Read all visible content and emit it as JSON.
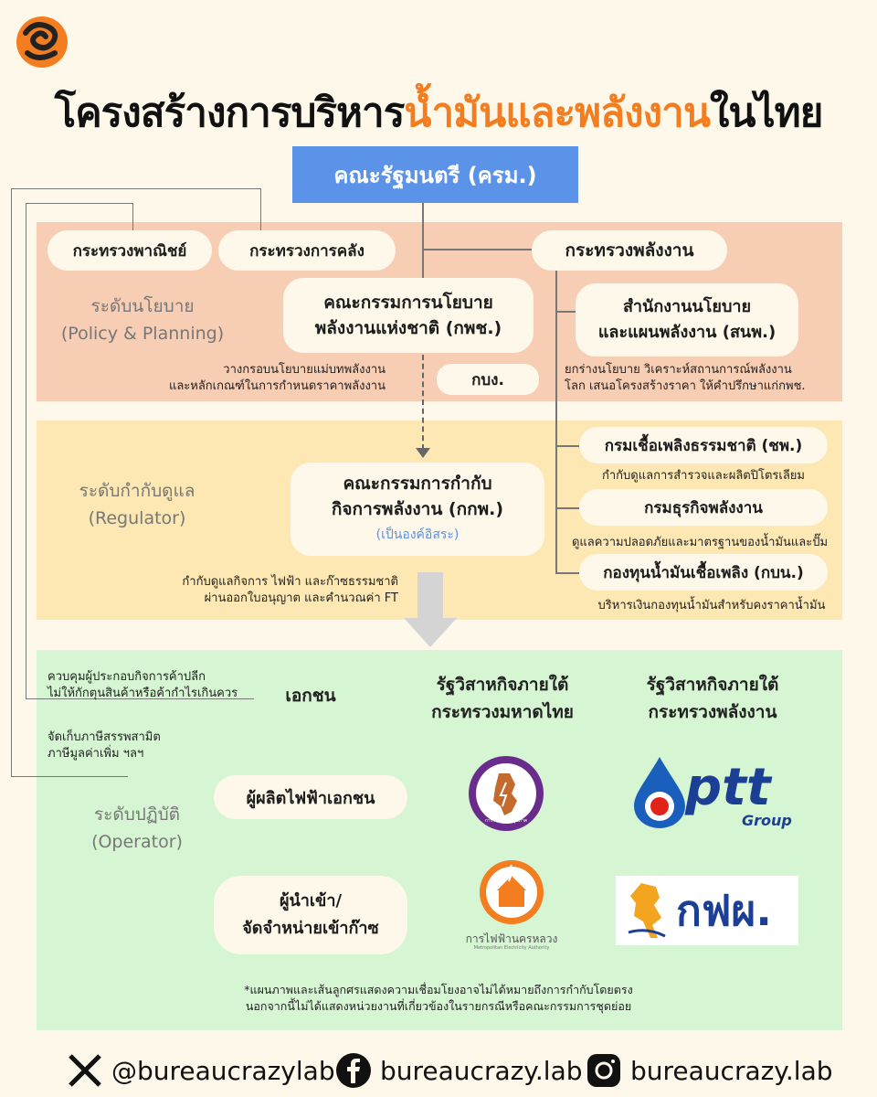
{
  "title": {
    "part1": "โครงสร้างการบริหาร",
    "highlight": "น้ำมันและพลังงาน",
    "part2": "ในไทย"
  },
  "cabinet": "คณะรัฐมนตรี (ครม.)",
  "policy": {
    "level_th": "ระดับนโยบาย",
    "level_en": "(Policy & Planning)",
    "commerce": "กระทรวงพาณิชย์",
    "finance": "กระทรวงการคลัง",
    "energy": "กระทรวงพลังงาน",
    "nepc_line1": "คณะกรรมการนโยบาย",
    "nepc_line2": "พลังงานแห่งชาติ (กพช.)",
    "nepc_note_line1": "วางกรอบนโยบายแม่บทพลังงาน",
    "nepc_note_line2": "และหลักเกณฑ์ในการกำหนดราคาพลังงาน",
    "gbng": "กบง.",
    "eppo_line1": "สำนักงานนโยบาย",
    "eppo_line2": "และแผนพลังงาน (สนพ.)",
    "eppo_note_line1": "ยกร่างนโยบาย วิเคราะห์สถานการณ์พลังงาน",
    "eppo_note_line2": "โลก เสนอโครงสร้างราคา ให้คำปรึกษาแก่กพช."
  },
  "regulator": {
    "level_th": "ระดับกำกับดูแล",
    "level_en": "(Regulator)",
    "erc_line1": "คณะกรรมการกำกับ",
    "erc_line2": "กิจการพลังงาน (กกพ.)",
    "erc_sub": "(เป็นองค์อิสระ)",
    "erc_note_line1": "กำกับดูแลกิจการ ไฟฟ้า และก๊าซธรรมชาติ",
    "erc_note_line2": "ผ่านออกใบอนุญาต และคำนวณค่า FT",
    "dmf": "กรมเชื้อเพลิงธรรมชาติ (ชพ.)",
    "dmf_note": "กำกับดูแลการสำรวจและผลิตปิโตรเลียม",
    "doeb": "กรมธุรกิจพลังงาน",
    "doeb_note": "ดูแลความปลอดภัยและมาตรฐานของน้ำมันและปั๊ม",
    "oil_fund": "กองทุนน้ำมันเชื้อเพลิง (กบน.)",
    "oil_fund_note": "บริหารเงินกองทุนน้ำมันสำหรับคงราคาน้ำมัน"
  },
  "operator": {
    "level_th": "ระดับปฏิบัติ",
    "level_en": "(Operator)",
    "commerce_note_line1": "ควบคุมผู้ประกอบกิจการค้าปลีก",
    "commerce_note_line2": "ไม่ให้กักตุนสินค้าหรือค้ากำไรเกินควร",
    "finance_note_line1": "จัดเก็บภาษีสรรพสามิต",
    "finance_note_line2": "ภาษีมูลค่าเพิ่ม ฯลฯ",
    "col_private": "เอกชน",
    "col_interior_line1": "รัฐวิสาหกิจภายใต้",
    "col_interior_line2": "กระทรวงมหาดไทย",
    "col_energy_line1": "รัฐวิสาหกิจภายใต้",
    "col_energy_line2": "กระทรวงพลังงาน",
    "private_producer": "ผู้ผลิตไฟฟ้าเอกชน",
    "importer_line1": "ผู้นำเข้า/",
    "importer_line2": "จัดจำหน่ายเข้าก๊าซ",
    "pea_logo_text": "การไฟฟ้าส่วนภูมิภาค",
    "mea_name": "การไฟฟ้านครหลวง",
    "mea_name_en": "Metropolitan Electricity Authority",
    "ptt_text": "ptt",
    "ptt_group": "Group",
    "egat_text": "กฟผ.",
    "footnote_line1": "*แผนภาพและเส้นลูกศรแสดงความเชื่อมโยงอาจไม่ได้หมายถึงการกำกับโดยตรง",
    "footnote_line2": "นอกจากนี้ไม่ได้แสดงหน่วยงานที่เกี่ยวข้องในรายกรณีหรือคณะกรรมการชุดย่อย"
  },
  "social": {
    "x_handle": "@bureaucrazylab",
    "fb_handle": "bureaucrazy.lab",
    "ig_handle": "bureaucrazy.lab"
  },
  "colors": {
    "accent": "#f47e1f",
    "cabinet": "#5b93e8",
    "policy_band": "#f7cdb4",
    "regulator_band": "#fde8b3",
    "operator_band": "#d6f5d3"
  }
}
